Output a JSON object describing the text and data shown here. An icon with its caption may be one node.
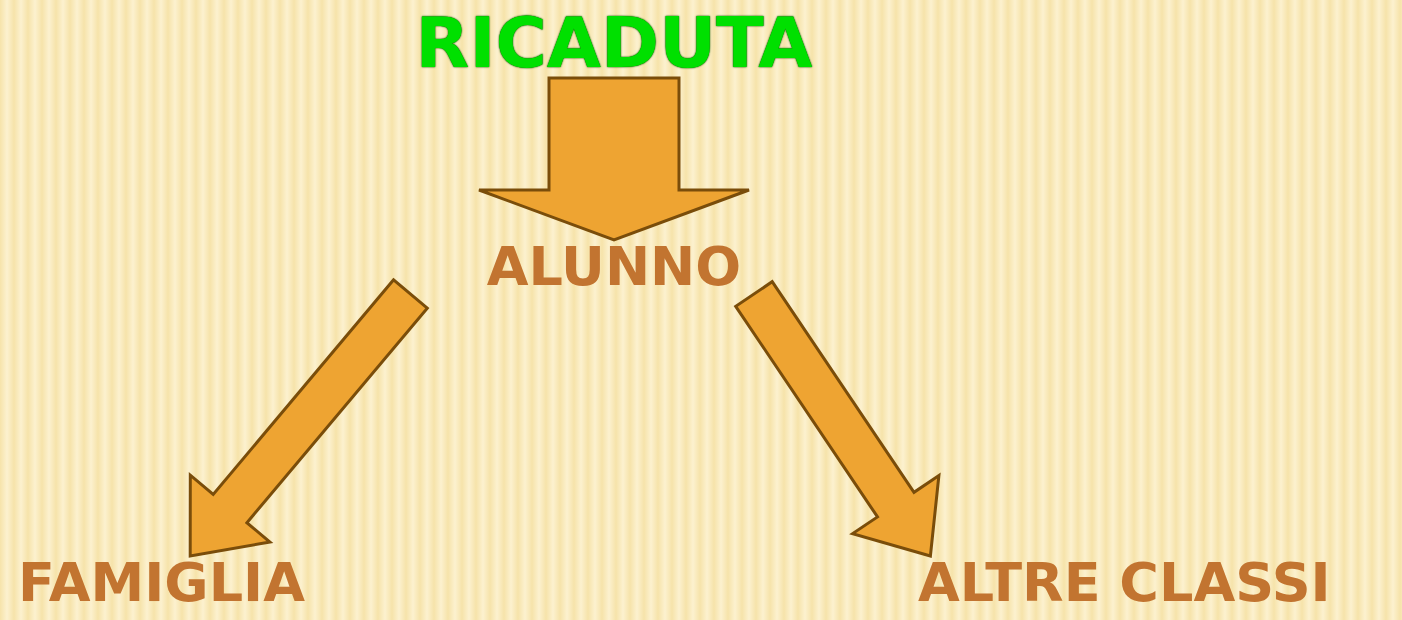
{
  "diagram": {
    "nodes": [
      {
        "text": [
          "RICADUTA"
        ]
      },
      {
        "text": [
          "ALUNNO"
        ]
      },
      {
        "text": [
          "FAMIGLIA"
        ]
      },
      {
        "text": [
          "ALTRE CLASSI"
        ]
      }
    ],
    "edges": [
      {
        "from": 0,
        "to": 1,
        "arrow": "to"
      },
      {
        "from": 1,
        "to": 2,
        "arrow": "to"
      },
      {
        "from": 1,
        "to": 3,
        "arrow": "to"
      }
    ]
  }
}
